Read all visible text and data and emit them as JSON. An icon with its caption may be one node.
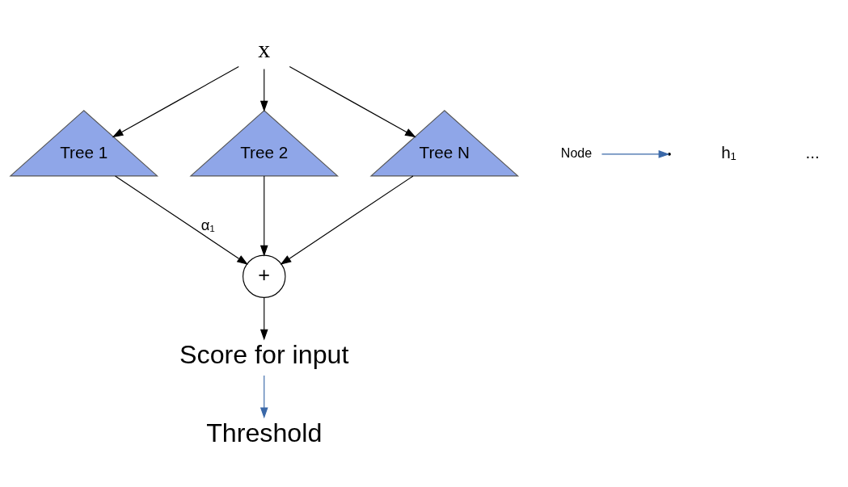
{
  "diagram": {
    "nodes": [
      {
        "text": [
          "x"
        ]
      },
      {
        "text": [
          "Tree 1"
        ]
      },
      {
        "text": [
          "Tree 2"
        ]
      },
      {
        "text": [
          "Tree N"
        ]
      },
      {
        "text": [
          "+"
        ]
      },
      {
        "text": [
          "Score for input"
        ]
      },
      {
        "text": [
          "Threshold"
        ]
      },
      {
        "text": [
          "Node"
        ]
      }
    ],
    "edges": [
      {
        "from": 0,
        "to": 1,
        "arrow": "to"
      },
      {
        "from": 0,
        "to": 2,
        "arrow": "to"
      },
      {
        "from": 0,
        "to": 3,
        "arrow": "to"
      },
      {
        "from": 1,
        "to": 4,
        "arrow": "to",
        "label": "α₁"
      },
      {
        "from": 2,
        "to": 4,
        "arrow": "to"
      },
      {
        "from": 3,
        "to": 4,
        "arrow": "to"
      },
      {
        "from": 4,
        "to": 5,
        "arrow": "to"
      },
      {
        "from": 5,
        "to": 6,
        "arrow": "to",
        "color": "#3a68a8"
      },
      {
        "from": 7,
        "to": null,
        "arrow": "to",
        "color": "#3a68a8"
      }
    ],
    "labels": [
      "h₁",
      "..."
    ]
  }
}
